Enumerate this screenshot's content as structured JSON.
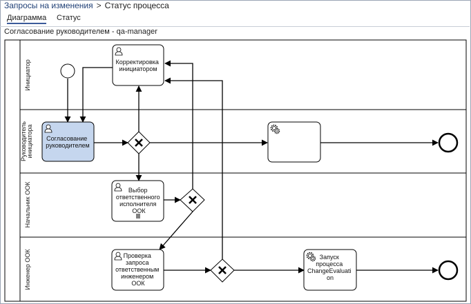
{
  "breadcrumb": {
    "parent": "Запросы на изменения",
    "separator": ">",
    "current": "Статус процесса"
  },
  "tabs": [
    {
      "label": "Диаграмма",
      "active": true
    },
    {
      "label": "Статус",
      "active": false
    }
  ],
  "process_title": "Согласование руководителем - qa-manager",
  "lanes": [
    {
      "label": "Инициатор"
    },
    {
      "label": "Руководитель инициатора"
    },
    {
      "label": "Начальник ООК"
    },
    {
      "label": "Инженер ООК"
    }
  ],
  "tasks": {
    "correction": {
      "lines": [
        "Корректировка",
        "инициатором"
      ],
      "type": "user"
    },
    "approval": {
      "lines": [
        "Согласование",
        "руководителем"
      ],
      "type": "user",
      "active": true
    },
    "service": {
      "lines": [],
      "type": "service"
    },
    "select_executor": {
      "lines": [
        "Выбор",
        "ответственного",
        "исполнителя",
        "ООК"
      ],
      "type": "user"
    },
    "check_request": {
      "lines": [
        "Проверка",
        "запроса",
        "ответственным",
        "инженером",
        "ООК"
      ],
      "type": "user"
    },
    "launch_process": {
      "lines": [
        "Запуск",
        "процесса",
        "ChangeEvaluati",
        "on"
      ],
      "type": "service"
    }
  },
  "colors": {
    "active_task_fill": "#c5d6ee",
    "border": "#000000",
    "frame": "#9aa4b4"
  }
}
